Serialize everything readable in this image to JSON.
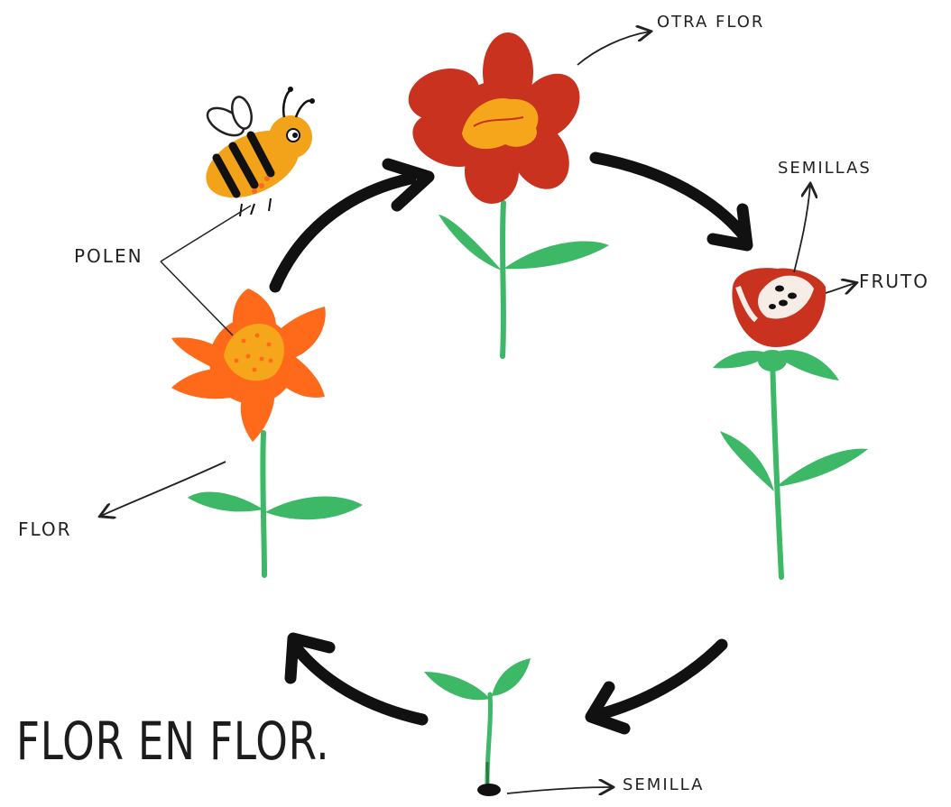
{
  "title": "FLOR EN FLOR.",
  "labels": {
    "otra_flor": "OTRA FLOR",
    "semillas": "SEMILLAS",
    "fruto": "FRUTO",
    "polen": "POLEN",
    "flor": "FLOR",
    "semilla": "SEMILLA"
  },
  "colors": {
    "red_petal": "#c8321e",
    "orange_petal": "#ff6a1a",
    "pollen": "#f5a61a",
    "stem": "#3cb866",
    "arrow": "#111111",
    "bee_yellow": "#f2a31a"
  }
}
